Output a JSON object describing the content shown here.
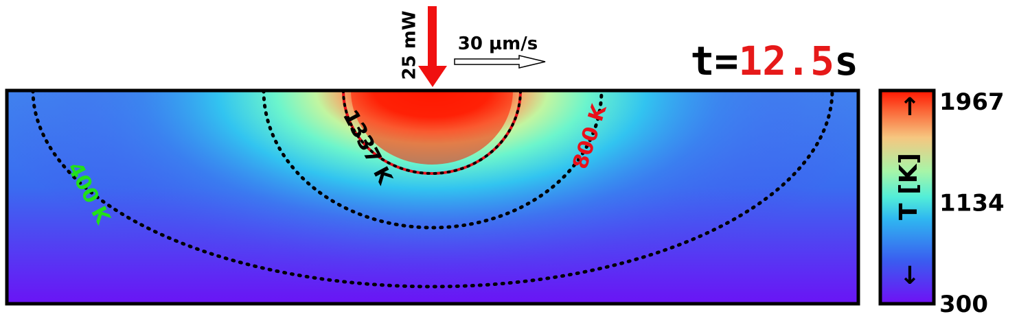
{
  "chart_data": {
    "type": "heatmap",
    "title": {
      "time_prefix": "t=",
      "time_value": "12.5",
      "time_unit": "s"
    },
    "laser": {
      "power_label": "25 mW",
      "speed_label": "30 µm/s"
    },
    "colorbar": {
      "label": "T [K]",
      "up_arrow": "↑",
      "down_arrow": "↓",
      "ticks": [
        1967,
        1134,
        300
      ],
      "range": [
        300,
        1967
      ]
    },
    "contours": [
      {
        "level": 1337,
        "label": "1337 K",
        "color": "#000000"
      },
      {
        "level": 800,
        "label": "800 K",
        "color": "#e8101a"
      },
      {
        "level": 400,
        "label": "400 K",
        "color": "#22e01a"
      }
    ],
    "colors": {
      "laser_arrow": "#f01010",
      "time_value": "#e61919",
      "frame": "#000000"
    }
  }
}
